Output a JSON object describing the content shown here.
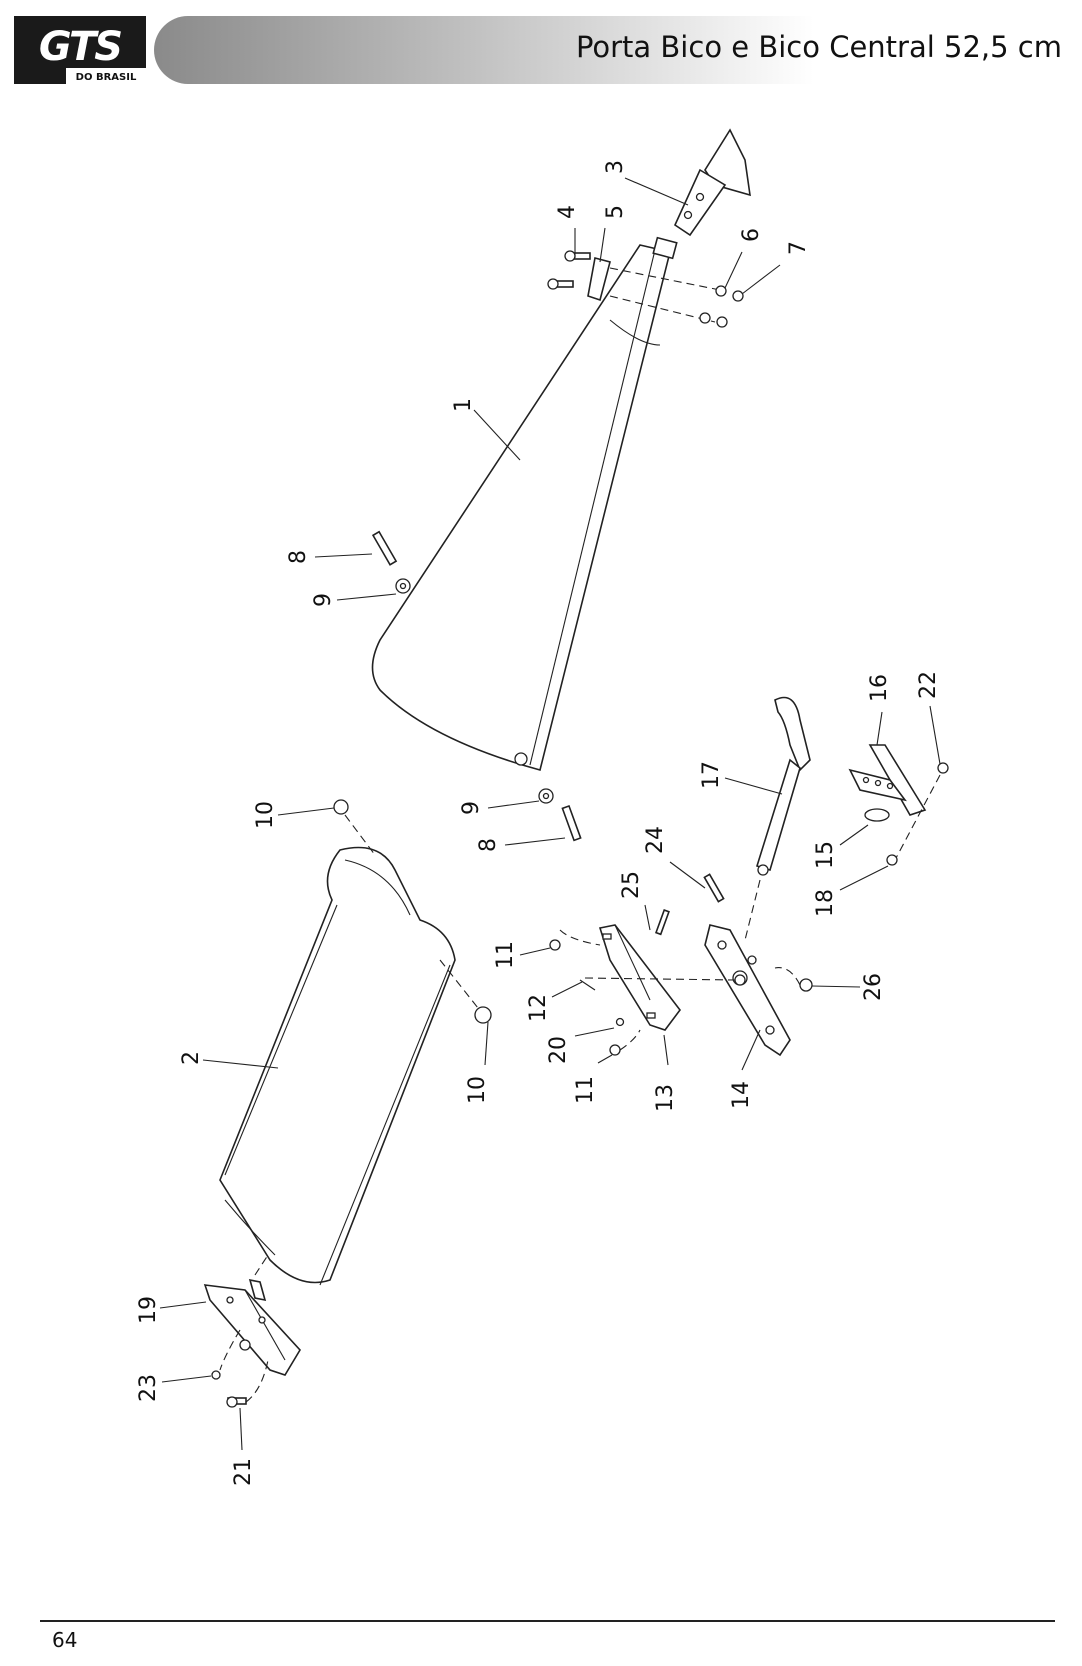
{
  "header": {
    "logo_text": "GTS",
    "logo_subtext": "DO BRASIL",
    "title": "Porta Bico e Bico Central 52,5 cm"
  },
  "diagram": {
    "part_labels": [
      "1",
      "2",
      "3",
      "4",
      "5",
      "6",
      "7",
      "8",
      "8",
      "9",
      "9",
      "10",
      "10",
      "11",
      "11",
      "12",
      "13",
      "14",
      "15",
      "16",
      "17",
      "18",
      "19",
      "20",
      "21",
      "22",
      "23",
      "24",
      "25",
      "26"
    ]
  },
  "footer": {
    "page_number": "64"
  }
}
